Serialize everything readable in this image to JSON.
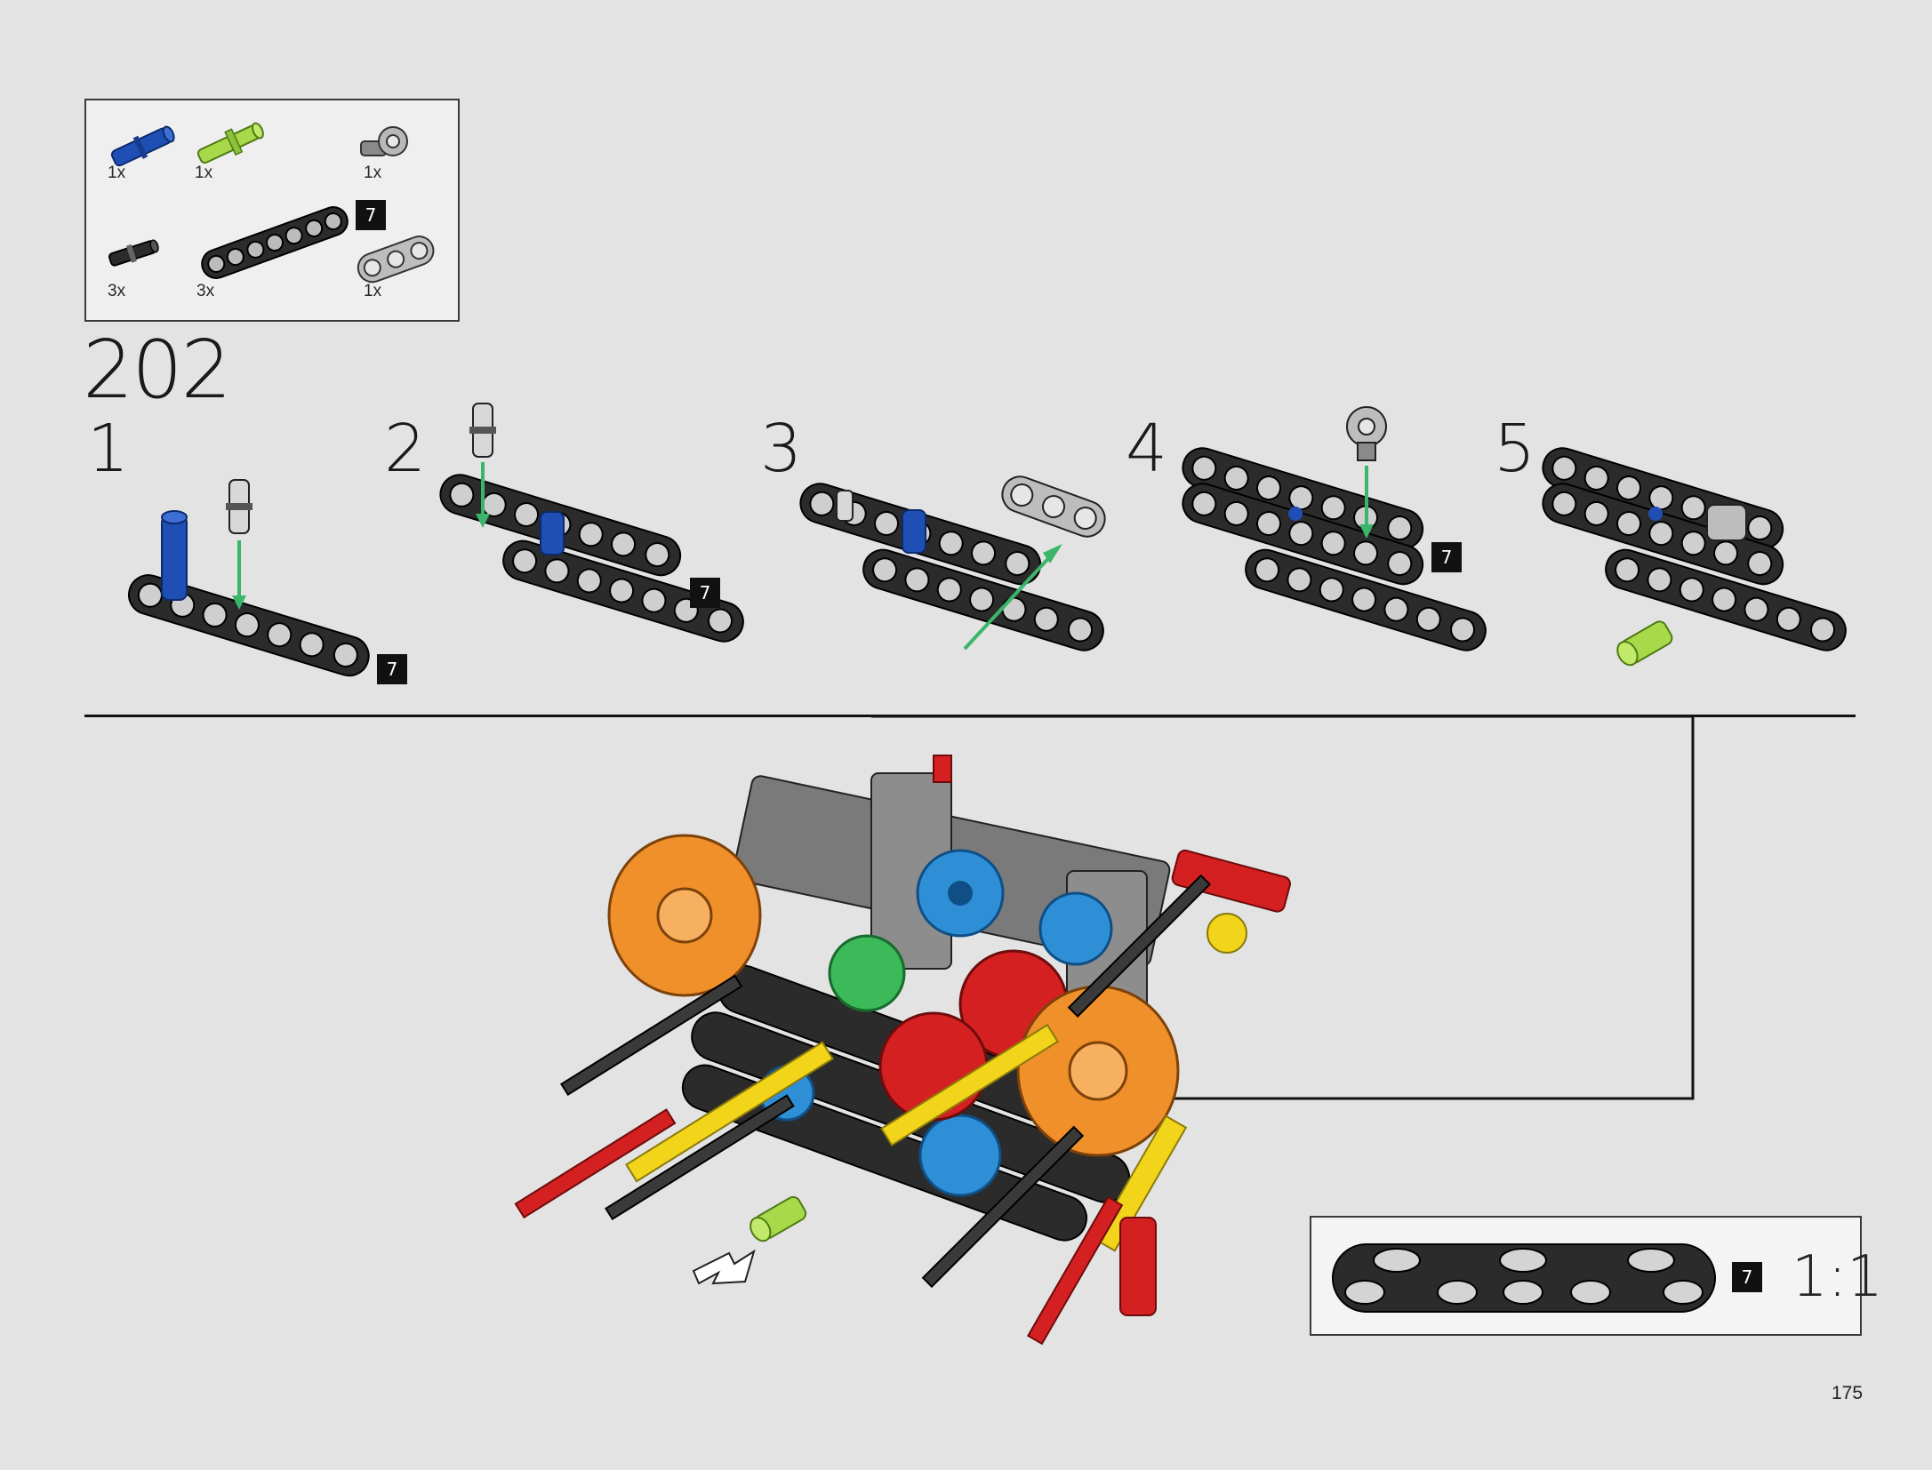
{
  "parts_list": {
    "items": [
      {
        "name": "blue-pin-icon",
        "qty": "1x"
      },
      {
        "name": "lime-axle-pin-icon",
        "qty": "1x"
      },
      {
        "name": "gray-connector-icon",
        "qty": "1x"
      },
      {
        "name": "black-pin-icon",
        "qty": "3x"
      },
      {
        "name": "black-beam-7-icon",
        "qty": "3x",
        "length": "7"
      },
      {
        "name": "gray-beam-3-icon",
        "qty": "1x"
      }
    ]
  },
  "main_step": "202",
  "substeps": [
    {
      "number": "1",
      "badge": "7"
    },
    {
      "number": "2",
      "badge": "7"
    },
    {
      "number": "3"
    },
    {
      "number": "4",
      "badge": "7"
    },
    {
      "number": "5"
    }
  ],
  "scale": {
    "badge": "7",
    "label": "1:1"
  },
  "page_number": "175",
  "colors": {
    "background": "#e3e3e3",
    "beam_black": "#2b2b2b",
    "pin_blue": "#1f4fb5",
    "pin_lime": "#a8d94a",
    "arrow_green": "#3bb56a",
    "gear_orange": "#f0902a",
    "gear_red": "#d42020",
    "axle_yellow": "#f2d41a",
    "gear_blue": "#2f8fd6",
    "gear_green": "#3cba5a"
  }
}
